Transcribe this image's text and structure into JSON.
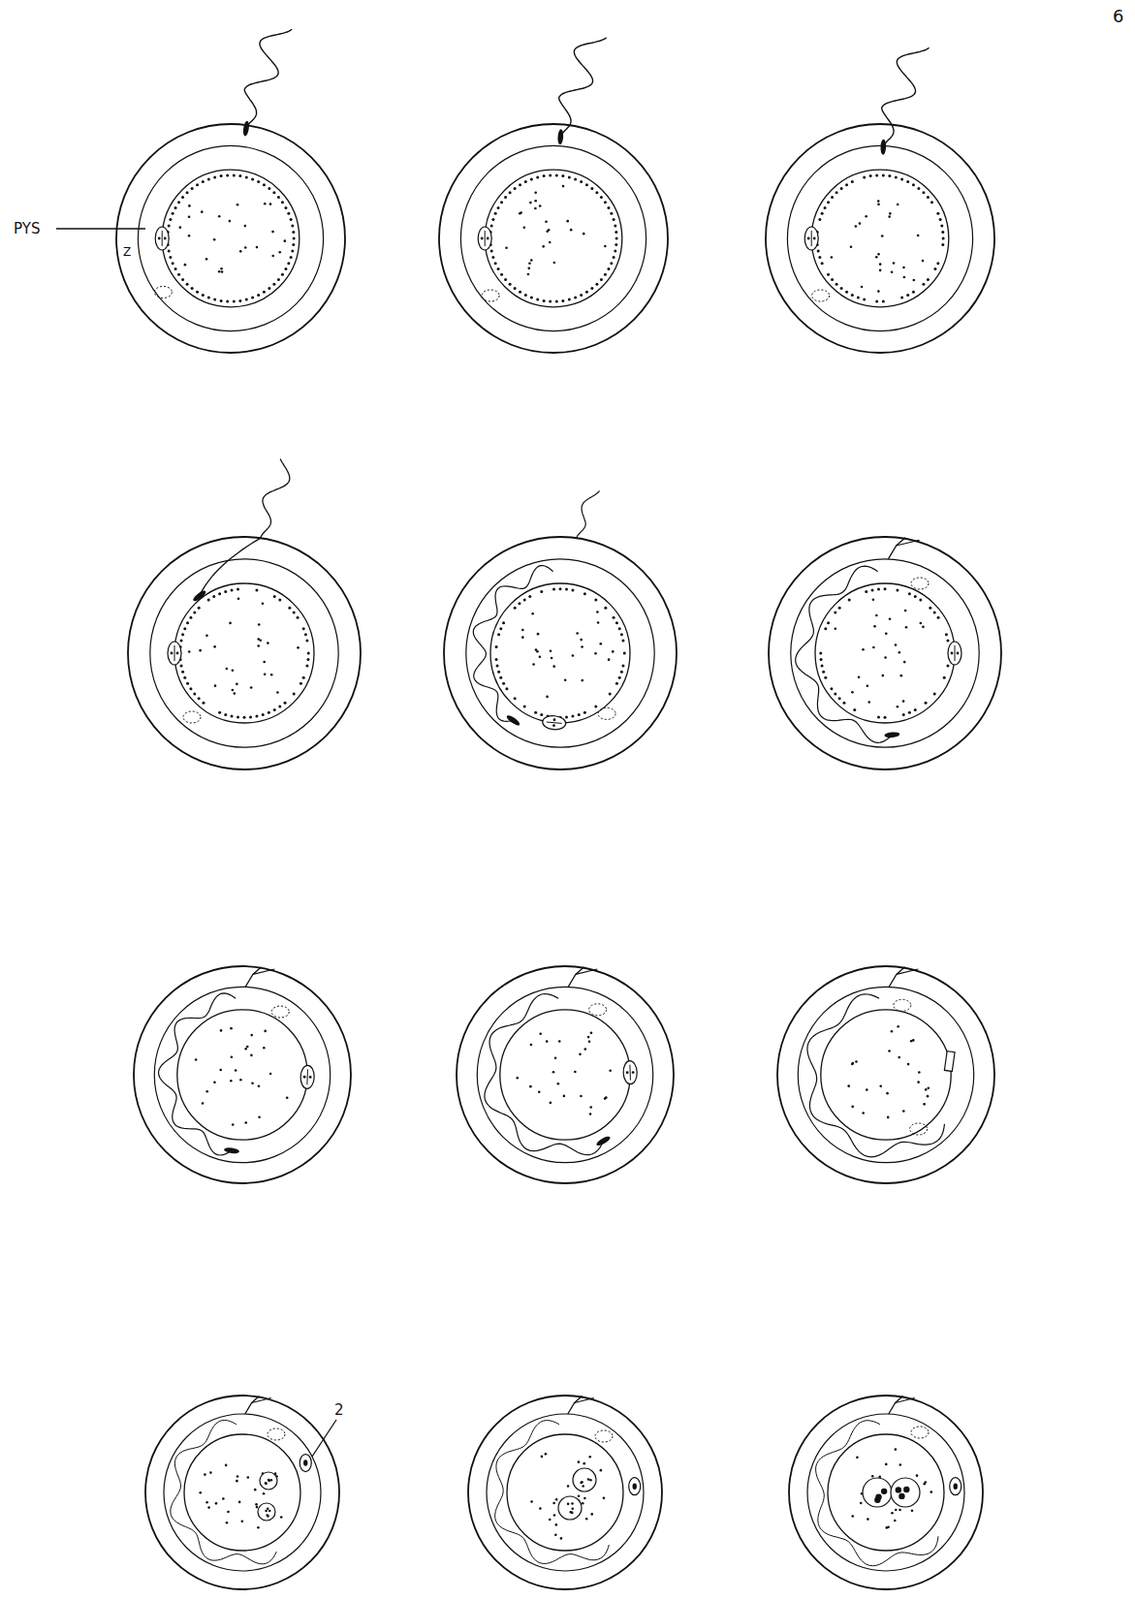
{
  "diagram": {
    "labels": [
      "6",
      "PYS",
      "Z",
      "2"
    ]
  }
}
